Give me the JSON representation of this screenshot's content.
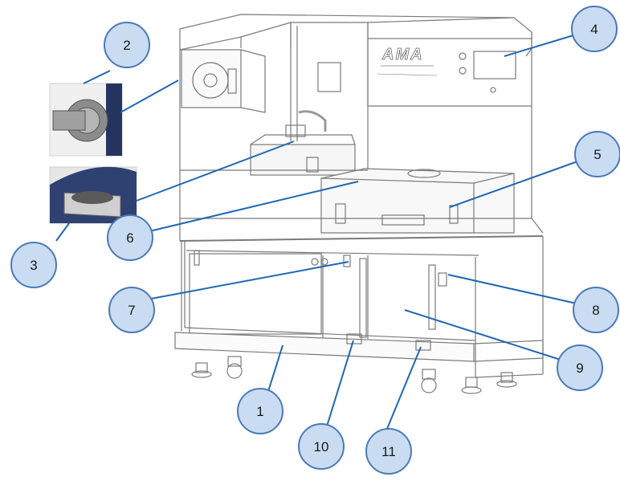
{
  "logo": "AMA",
  "callouts": [
    {
      "number": "1"
    },
    {
      "number": "2"
    },
    {
      "number": "3"
    },
    {
      "number": "4"
    },
    {
      "number": "5"
    },
    {
      "number": "6"
    },
    {
      "number": "7"
    },
    {
      "number": "8"
    },
    {
      "number": "9"
    },
    {
      "number": "10"
    },
    {
      "number": "11"
    }
  ],
  "colors": {
    "callout_fill": "#c9dcf1",
    "callout_stroke": "#4a7ab8",
    "leader_line": "#1f67b4",
    "drawing_line": "#7a7a7a",
    "photo_accent": "#25355f"
  }
}
